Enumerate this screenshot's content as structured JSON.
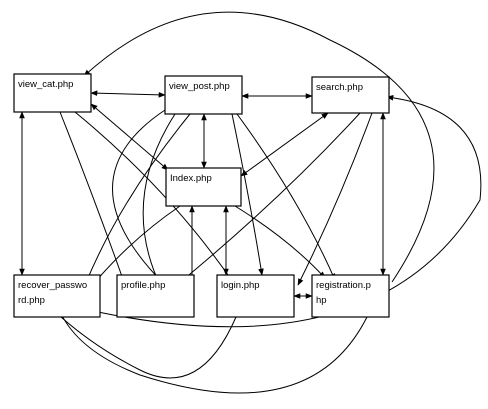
{
  "nodes": [
    {
      "id": "view_cat",
      "lines": [
        "view_cat.php"
      ]
    },
    {
      "id": "view_post",
      "lines": [
        "view_post.php"
      ]
    },
    {
      "id": "search",
      "lines": [
        "search.php"
      ]
    },
    {
      "id": "index",
      "lines": [
        "Index.php"
      ]
    },
    {
      "id": "recover_password",
      "lines": [
        "recover_passwo",
        "rd.php"
      ]
    },
    {
      "id": "profile",
      "lines": [
        "profile.php"
      ]
    },
    {
      "id": "login",
      "lines": [
        "login.php"
      ]
    },
    {
      "id": "registration",
      "lines": [
        "registration.p",
        "hp"
      ]
    }
  ],
  "edges": [
    {
      "from": "view_cat",
      "to": "view_post",
      "direction": "both"
    },
    {
      "from": "view_post",
      "to": "search",
      "direction": "both"
    },
    {
      "from": "view_post",
      "to": "index",
      "direction": "both"
    },
    {
      "from": "view_cat",
      "to": "index",
      "direction": "both"
    },
    {
      "from": "index",
      "to": "search",
      "direction": "both"
    },
    {
      "from": "view_cat",
      "to": "recover_password",
      "direction": "both"
    },
    {
      "from": "view_cat",
      "to": "profile",
      "direction": "forward"
    },
    {
      "from": "view_cat",
      "to": "login",
      "direction": "forward"
    },
    {
      "from": "view_post",
      "to": "recover_password",
      "direction": "forward"
    },
    {
      "from": "view_post",
      "to": "profile",
      "direction": "forward"
    },
    {
      "from": "view_post",
      "to": "login",
      "direction": "forward"
    },
    {
      "from": "view_post",
      "to": "registration",
      "direction": "forward"
    },
    {
      "from": "index",
      "to": "recover_password",
      "direction": "forward"
    },
    {
      "from": "index",
      "to": "profile",
      "direction": "both"
    },
    {
      "from": "index",
      "to": "login",
      "direction": "both"
    },
    {
      "from": "index",
      "to": "registration",
      "direction": "forward"
    },
    {
      "from": "search",
      "to": "profile",
      "direction": "forward"
    },
    {
      "from": "search",
      "to": "login",
      "direction": "forward"
    },
    {
      "from": "search",
      "to": "registration",
      "direction": "both"
    },
    {
      "from": "login",
      "to": "registration",
      "direction": "both"
    },
    {
      "from": "registration",
      "to": "view_cat",
      "direction": "forward"
    },
    {
      "from": "recover_password",
      "to": "search",
      "direction": "forward"
    },
    {
      "from": "login",
      "to": "recover_password",
      "direction": "forward"
    },
    {
      "from": "registration",
      "to": "recover_password",
      "direction": "forward"
    },
    {
      "from": "view_post",
      "to": "profile",
      "direction": "forward"
    }
  ]
}
